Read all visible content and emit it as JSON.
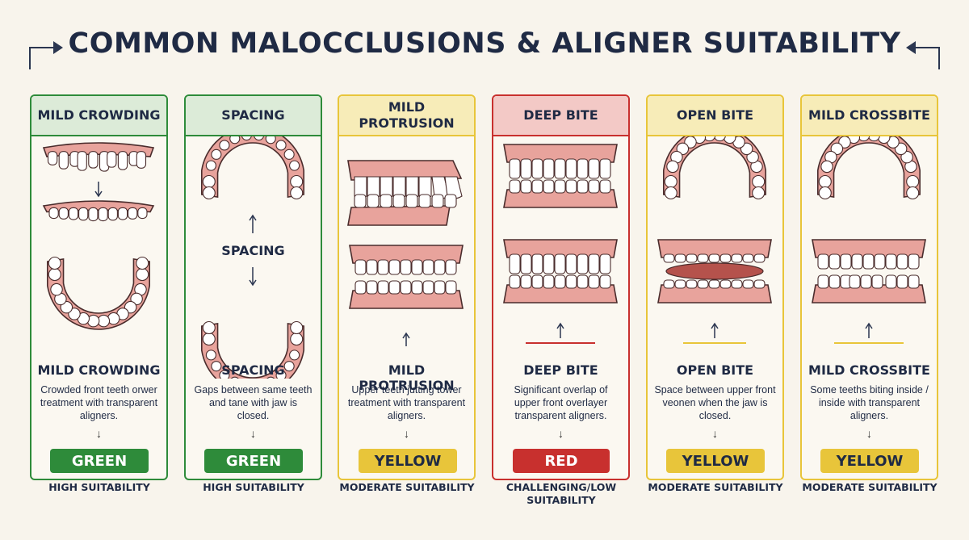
{
  "title": "COMMON MALOCCLUSIONS & ALIGNER SUITABILITY",
  "colors": {
    "green": "#2e8b3a",
    "green_head": "#dcebd8",
    "yellow": "#e8c53a",
    "yellow_head": "#f7ecb8",
    "red": "#c8302e",
    "red_head": "#f3c9c6",
    "gum": "#e8a39c",
    "gum_stroke": "#4a2c2c",
    "tooth": "#ffffff",
    "ink": "#1f2a44"
  },
  "panels": [
    {
      "header": "MILD CROWDING",
      "name": "MILD CROWDING",
      "description": "Crowded front teeth orwer treatment with transparent aligners.",
      "art_label": "",
      "badge": "GREEN",
      "suitability": "HIGH SUITABILITY"
    },
    {
      "header": "SPACING",
      "name": "SPACING",
      "description": "Gaps between same teeth and tane with jaw is closed.",
      "art_label": "SPACING",
      "badge": "GREEN",
      "suitability": "HIGH SUITABILITY"
    },
    {
      "header": "MILD PROTRUSION",
      "name": "MILD PROTRUSION",
      "description": "Upper teeth jutting tower treatment with transparent aligners.",
      "art_label": "",
      "badge": "YELLOW",
      "suitability": "MODERATE SUITABILITY"
    },
    {
      "header": "DEEP BITE",
      "name": "DEEP BITE",
      "description": "Significant overlap of upper front overlayer transparent aligners.",
      "art_label": "",
      "badge": "RED",
      "suitability": "CHALLENGING/LOW SUITABILITY"
    },
    {
      "header": "OPEN BITE",
      "name": "OPEN BITE",
      "description": "Space between upper front veonen when the jaw is closed.",
      "art_label": "",
      "badge": "YELLOW",
      "suitability": "MODERATE SUITABILITY"
    },
    {
      "header": "MILD CROSSBITE",
      "name": "MILD CROSSBITE",
      "description": "Some teeths biting inside / inside with transparent aligners.",
      "art_label": "",
      "badge": "YELLOW",
      "suitability": "MODERATE SUITABILITY"
    }
  ]
}
